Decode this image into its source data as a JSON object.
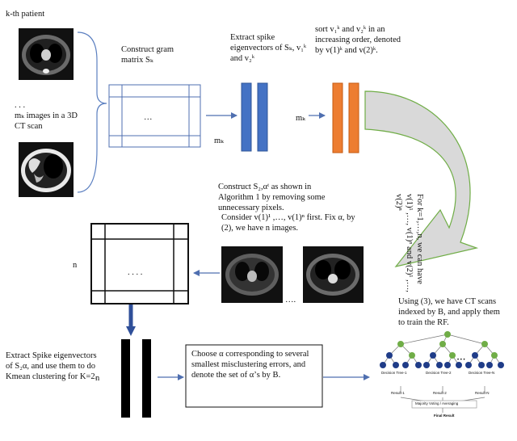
{
  "title": "k-th patient",
  "scan_caption": "mₖ images in a 3D CT scan",
  "ellipsis": ". . .",
  "ellipsis_h": "….",
  "ellipsis_grid": "…",
  "ellipsis_grid2": ". . . .",
  "step_gram": "Construct gram matrix Sₖ",
  "label_mk": "mₖ",
  "label_mk2": "mₖ",
  "step_extract": "Extract spike eigenvectors of Sₖ, v₁ᵏ and v₂ᵏ",
  "step_sort": "sort v₁ᵏ and v₂ᵏ in an increasing order, denoted by v(1)ᵏ and v(2)ᵏ.",
  "step_vertical": "For k=1,…,n, we can have v(1)¹ ,…, v(1)ⁿ and v(2)¹ ,…, v(2)ⁿ",
  "step_construct": "Construct S₂,αᵗ as shown in Algorithm 1 by removing some unnecessary pixels.",
  "step_consider": "Consider v(1)¹ ,…, v(1)ⁿ first. Fix α, by (2), we have n  images.",
  "label_n1": "n",
  "label_n2": "n",
  "step_kmean": "Extract Spike eigenvectors of S₂α, and use them to do Kmean clustering for K=2.",
  "step_choose": "Choose α corresponding to several smallest misclustering errors, and denote the set of α’s by B.",
  "step_rf": "Using (3), we have CT scans indexed by B, and apply them to train the RF.",
  "rf": {
    "tree1": "Decision Tree-1",
    "tree2": "Decision Tree-2",
    "treeN": "Decision Tree-N",
    "result1": "Result-1",
    "result2": "Result-2",
    "resultN": "Result-N",
    "voting": "Majority Voting / Averaging",
    "final": "Final Result",
    "dots": "• • •"
  },
  "colors": {
    "blue_bar": "#4472c4",
    "orange_bar": "#ed7d31",
    "arrow": "#4f6fb0",
    "curve_fill": "#d9d9d9",
    "node_dark": "#1f3c88",
    "node_green": "#70ad47",
    "bracket": "#5b7fc0"
  }
}
